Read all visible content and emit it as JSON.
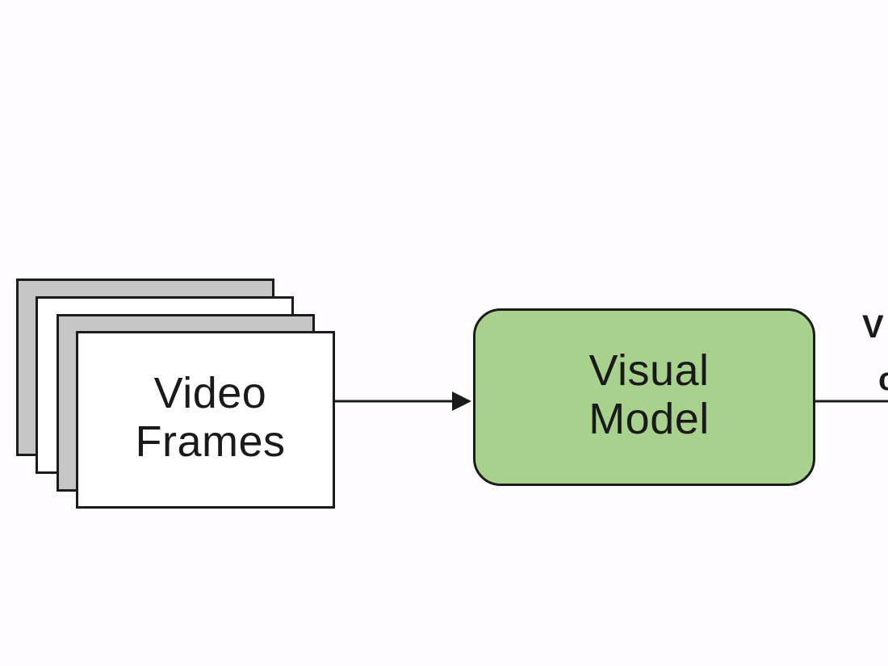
{
  "diagram": {
    "nodes": {
      "video_frames": {
        "line1": "Video",
        "line2": "Frames",
        "fill": "#ffffff",
        "stack_fill": "#c6c6c6"
      },
      "visual_model": {
        "line1": "Visual",
        "line2": "Model",
        "fill": "#a9d18e"
      }
    },
    "edges": [
      {
        "from": "video_frames",
        "to": "visual_model",
        "arrow": true
      },
      {
        "from": "visual_model",
        "to": "offscreen",
        "arrow": false
      }
    ],
    "cut_off_label": {
      "line1": "V",
      "line2": "c"
    },
    "colors": {
      "stroke": "#1b1b1b",
      "background": "#fefcfe"
    }
  }
}
